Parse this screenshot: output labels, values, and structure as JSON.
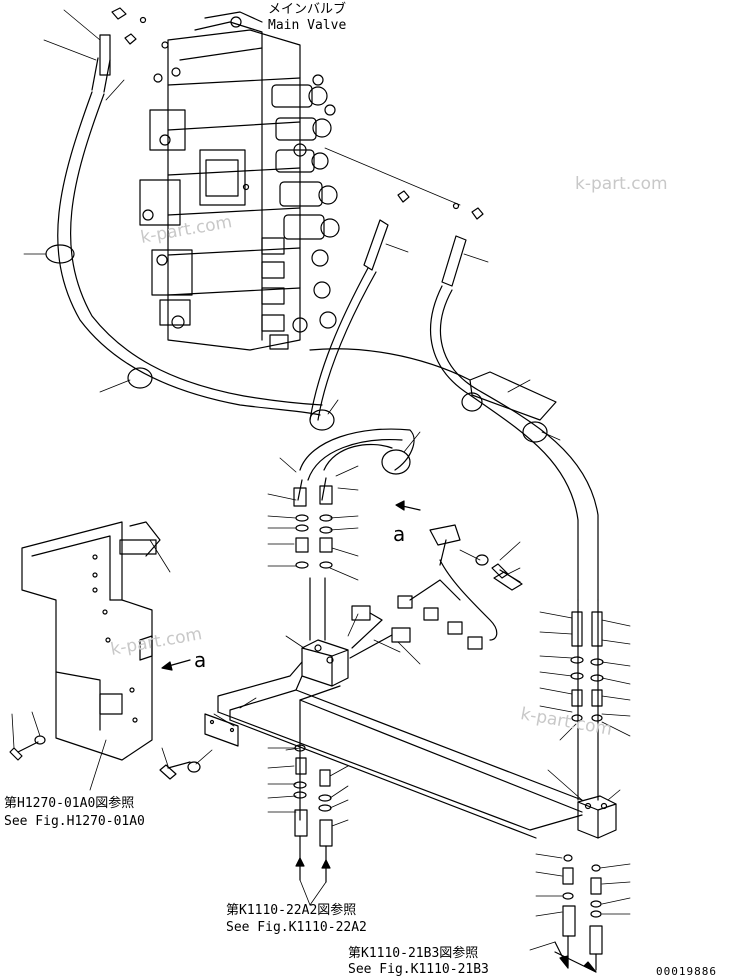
{
  "labels": {
    "main_valve_jp": "メインバルブ",
    "main_valve_en": "Main Valve",
    "ref_h1270_jp": "第H1270-01A0図参照",
    "ref_h1270_en": "See Fig.H1270-01A0",
    "ref_k1110_22a2_jp": "第K1110-22A2図参照",
    "ref_k1110_22a2_en": "See Fig.K1110-22A2",
    "ref_k1110_21b3_jp": "第K1110-21B3図参照",
    "ref_k1110_21b3_en": "See Fig.K1110-21B3",
    "view_a": "a",
    "part_number": "00019886"
  },
  "watermarks": [
    "k-part.com",
    "k-part.com",
    "k-part.com",
    "k-part.com"
  ]
}
